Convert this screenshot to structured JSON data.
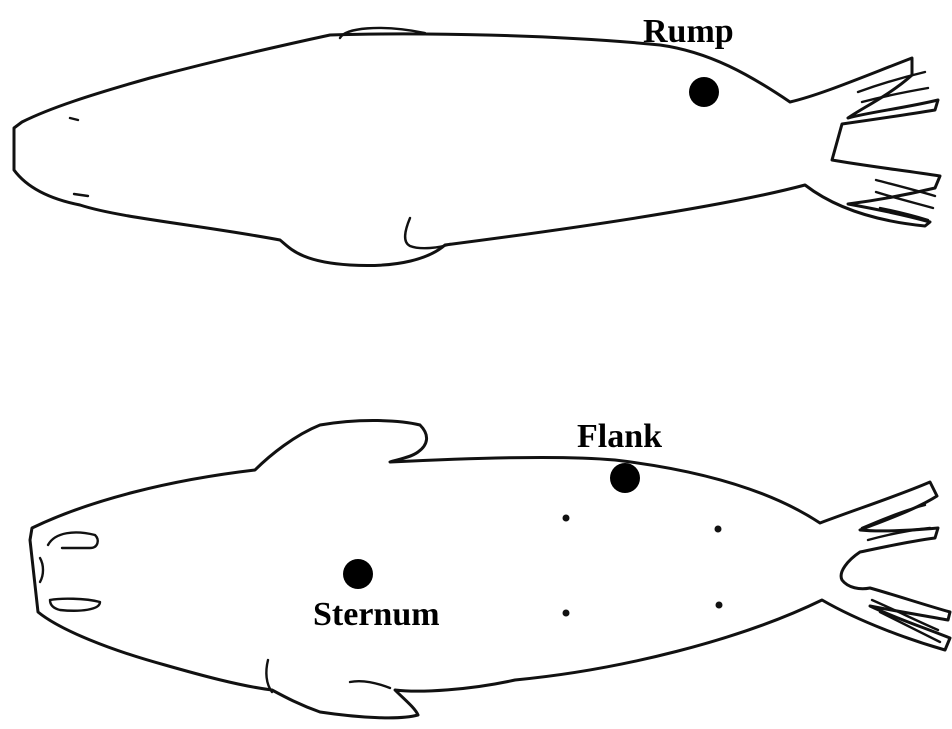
{
  "labels": {
    "rump": "Rump",
    "flank": "Flank",
    "sternum": "Sternum"
  },
  "colors": {
    "outline": "#111111",
    "marker": "#000000",
    "background": "#ffffff"
  }
}
